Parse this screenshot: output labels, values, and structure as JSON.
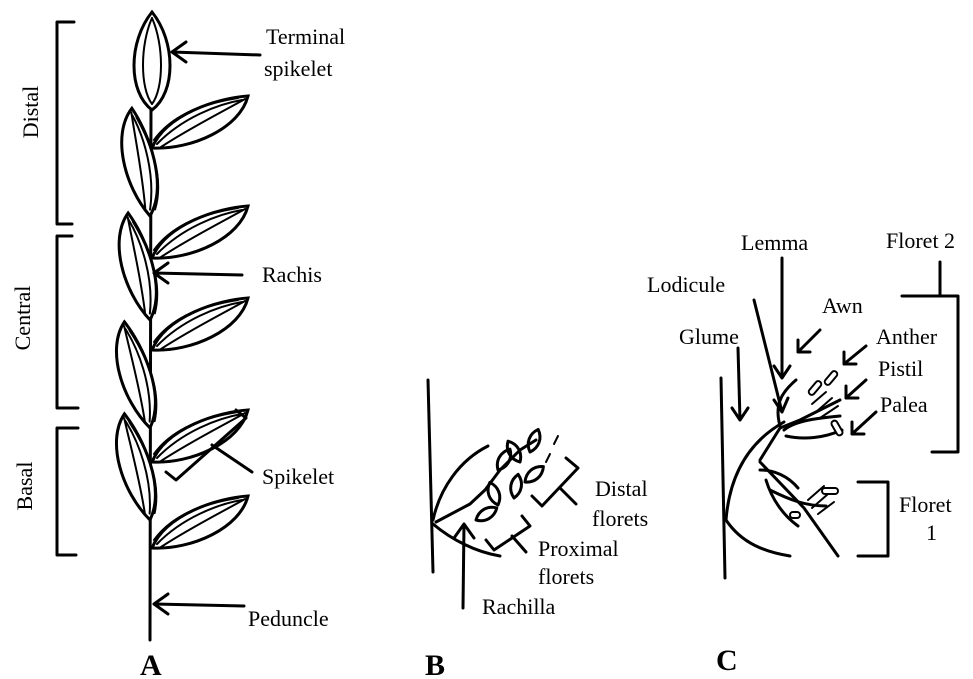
{
  "panels": {
    "a": "A",
    "b": "B",
    "c": "C"
  },
  "panel_a": {
    "regions": {
      "distal": "Distal",
      "central": "Central",
      "basal": "Basal"
    },
    "labels": {
      "terminal_line1": "Terminal",
      "terminal_line2": "spikelet",
      "rachis": "Rachis",
      "spikelet": "Spikelet",
      "peduncle": "Peduncle"
    }
  },
  "panel_b": {
    "labels": {
      "distal_line1": "Distal",
      "distal_line2": "florets",
      "proximal_line1": "Proximal",
      "proximal_line2": "florets",
      "rachilla": "Rachilla"
    }
  },
  "panel_c": {
    "labels": {
      "lemma": "Lemma",
      "floret2": "Floret 2",
      "lodicule": "Lodicule",
      "awn": "Awn",
      "glume": "Glume",
      "anther": "Anther",
      "pistil": "Pistil",
      "palea": "Palea",
      "floret1_line1": "Floret",
      "floret1_line2": "1"
    }
  }
}
